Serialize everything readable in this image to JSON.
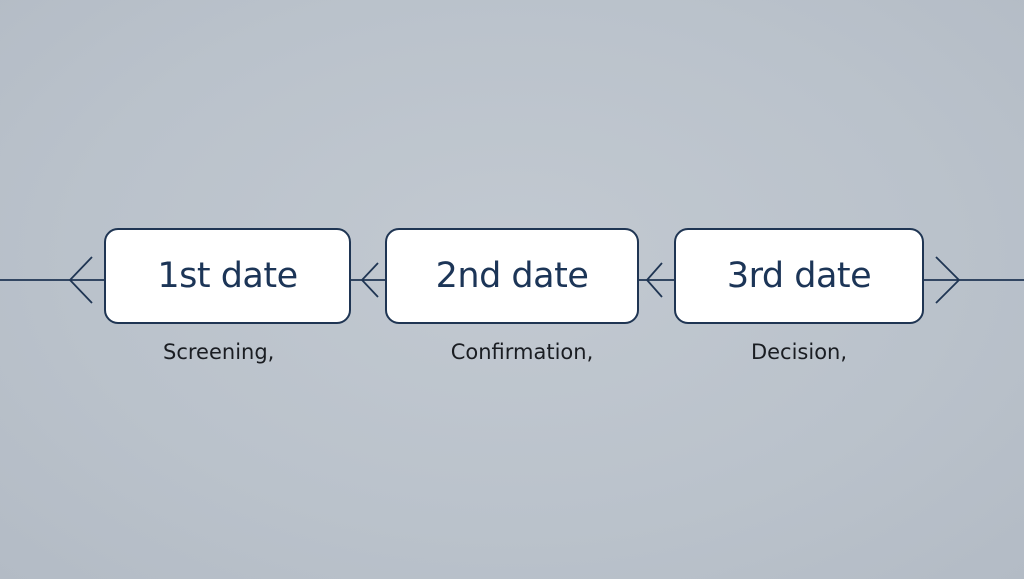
{
  "stages": [
    {
      "label": "1st date",
      "caption": "Screening,"
    },
    {
      "label": "2nd date",
      "caption": "Confirmation,"
    },
    {
      "label": "3rd date",
      "caption": "Decision,"
    }
  ],
  "colors": {
    "line": "#1f3553",
    "box_fill": "#ffffff",
    "box_text": "#1c3557",
    "caption_text": "#1a1d22",
    "background": "#bcc3cc"
  }
}
